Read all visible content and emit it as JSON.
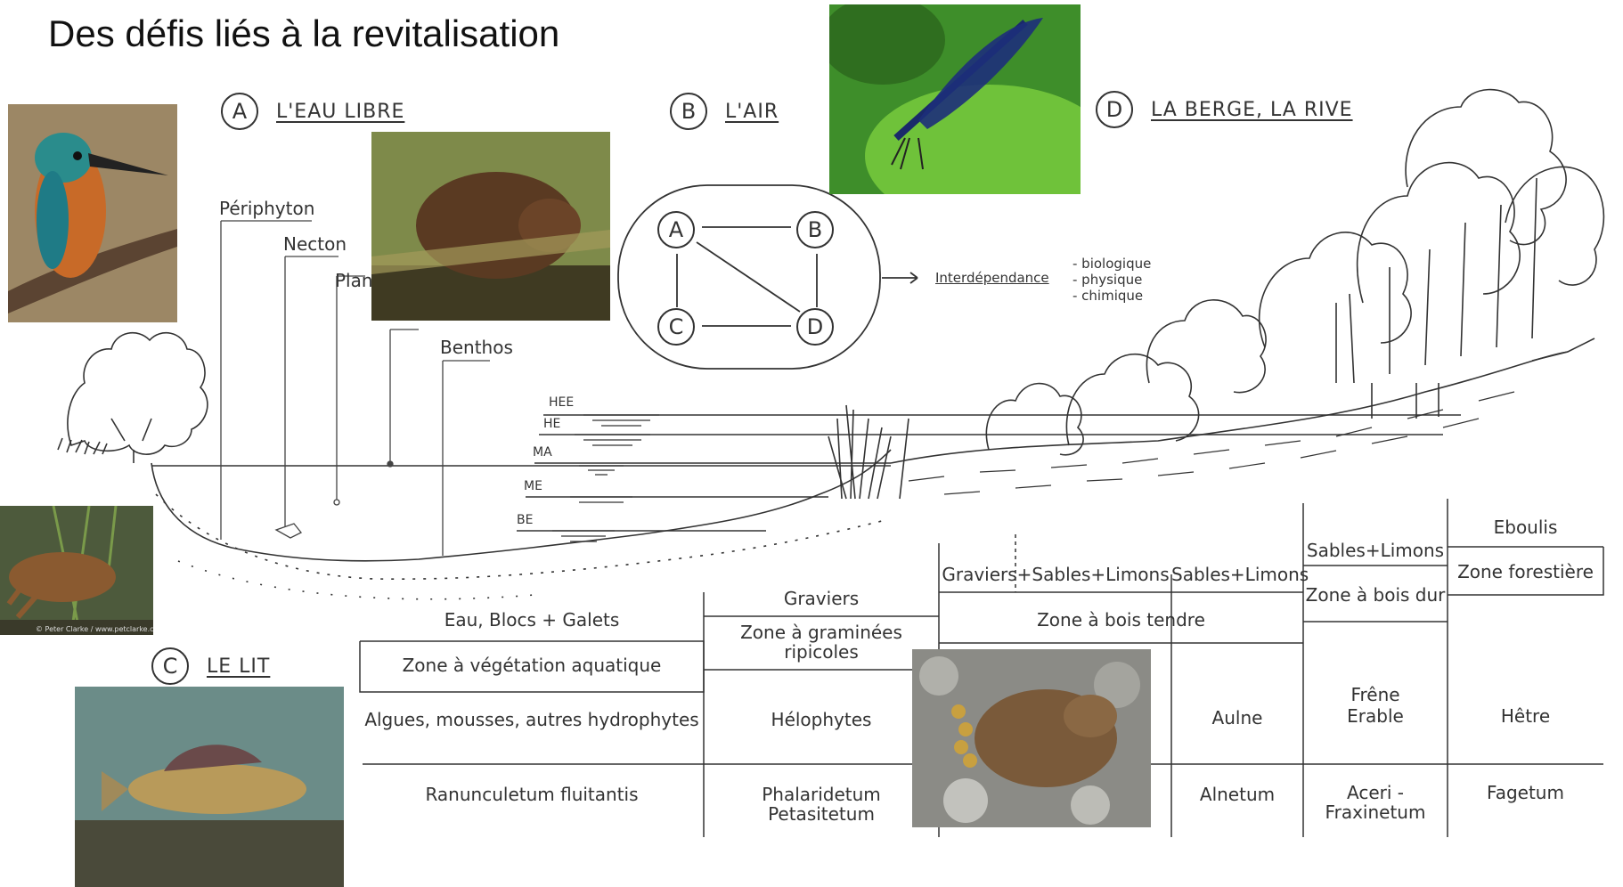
{
  "title": "Des défis liés à la revitalisation",
  "sections": {
    "a": {
      "letter": "A",
      "label": "L'EAU LIBRE"
    },
    "b": {
      "letter": "B",
      "label": "L'AIR"
    },
    "c": {
      "letter": "C",
      "label": "LE LIT"
    },
    "d": {
      "letter": "D",
      "label": "LA BERGE, LA RIVE"
    }
  },
  "organisms": {
    "periphyton": "Périphyton",
    "necton": "Necton",
    "plancton": "Plan",
    "benthos": "Benthos"
  },
  "interdependence": {
    "nodes": [
      "A",
      "B",
      "C",
      "D"
    ],
    "label": "Interdépendance",
    "types": [
      "- biologique",
      "- physique",
      "- chimique"
    ]
  },
  "water_levels": [
    "HEE",
    "HE",
    "MA",
    "ME",
    "BE"
  ],
  "zones": {
    "eau_blocs": "Eau, Blocs + Galets",
    "veg_aquatique": "Zone à végétation aquatique",
    "graviers": "Graviers",
    "graminees_1": "Zone à graminées",
    "graminees_2": "ripicoles",
    "graviers_sables": "Graviers+Sables+Limons",
    "sables_limons_1": "Sables+Limons",
    "sables_limons_2": "Sables+Limons",
    "eboulis": "Eboulis",
    "bois_tendre": "Zone à bois tendre",
    "bois_dur": "Zone à bois dur",
    "forestiere": "Zone forestière"
  },
  "vegetation": {
    "algues": "Algues, mousses, autres hydrophytes",
    "helophytes": "Hélophytes",
    "aulne": "Aulne",
    "frene": "Frêne",
    "erable": "Erable",
    "hetre": "Hêtre"
  },
  "associations": {
    "ranunculetum": "Ranunculetum fluitantis",
    "phalaridetum": "Phalaridetum",
    "petasitetum": "Petasitetum",
    "alnetum": "Alnetum",
    "aceri": "Aceri -",
    "fraxinetum": "Fraxinetum",
    "fagetum": "Fagetum"
  },
  "photo_credit": "© Peter Clarke / www.petclarke.com"
}
